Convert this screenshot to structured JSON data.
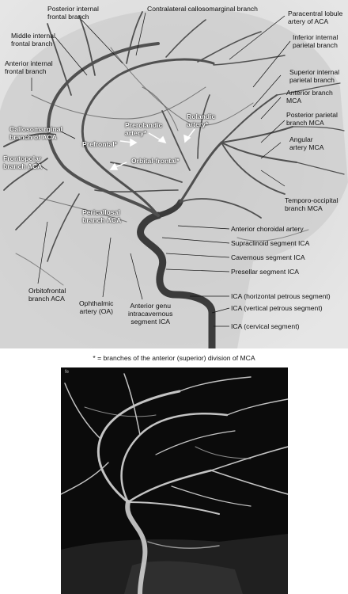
{
  "figure": {
    "top_labels": {
      "posterior_internal_frontal": "Posterior internal\nfrontal branch",
      "contralateral_callosomarginal": "Contralateral callosomarginal branch",
      "paracentral_lobule": "Paracentral lobule\nartery of ACA",
      "middle_internal_frontal": "Middle internal\nfrontal branch",
      "inferior_internal_parietal": "Inferior internal\nparietal branch",
      "anterior_internal_frontal": "Anterior internal\nfrontal branch",
      "superior_internal_parietal": "Superior internal\nparietal branch",
      "anterior_branch_mca": "Anterior branch\nMCA",
      "callosomarginal_aca": "Callosomarginal\nbranch of ACA",
      "posterior_parietal_mca": "Posterior parietal\nbranch MCA",
      "rolandic": "Rolandic\nartery*",
      "prerolandic": "Prerolandic\nartery*",
      "prefrontal": "Prefrontal*",
      "angular_mca": "Angular\nartery MCA",
      "frontopolar_aca": "Frontopolar\nbranch ACA",
      "orbital_frontal": "Orbital-frontal*",
      "temporo_occipital_mca": "Temporo-occipital\nbranch MCA",
      "pericallosal_aca": "Pericallosal\nbranch ACA",
      "anterior_choroidal": "Anterior choroidal artery",
      "supraclinoid_ica": "Supraclinoid segment ICA",
      "cavernous_ica": "Cavernous segment ICA",
      "presellar_ica": "Presellar segment ICA",
      "orbitofrontal_aca": "Orbitofrontal\nbranch ACA",
      "ica_horizontal_petrous": "ICA (horizontal petrous segment)",
      "ica_vertical_petrous": "ICA (vertical petrous segment)",
      "ophthalmic": "Ophthalmic\nartery (OA)",
      "anterior_genu": "Anterior genu\nintracavernous\nsegment ICA",
      "ica_cervical": "ICA (cervical segment)"
    },
    "footnote": "* = branches of the anterior (superior) division of MCA",
    "render_corner_mark": "fe"
  }
}
